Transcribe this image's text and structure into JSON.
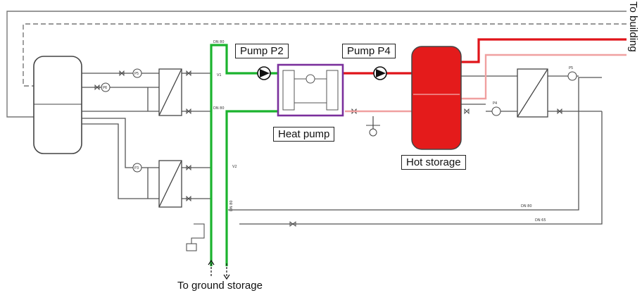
{
  "labels": {
    "pump_p2": "Pump P2",
    "pump_p4": "Pump P4",
    "heat_pump": "Heat pump",
    "hot_storage": "Hot storage",
    "to_ground_storage": "To ground storage",
    "to_building": "To building"
  },
  "pipe_tags": {
    "dn80_top": "DN 80",
    "dn80_mid": "DN 80",
    "dn80_vert": "DN 80",
    "dn80_bottom_right": "DN 80",
    "dn65_bottom_right": "DN 65",
    "v1": "V1",
    "v2": "V2",
    "p5": "P5",
    "p6": "P6",
    "p3": "P3",
    "p4s": "P4",
    "p5b": "P5"
  },
  "colors": {
    "ground_loop": "#1bb32e",
    "hot_loop": "#e0141a",
    "return_loop": "#f0a0a0",
    "heat_pump_frame": "#7a2f9c",
    "hot_tank": "#e41b1b",
    "pipe": "#555555"
  }
}
